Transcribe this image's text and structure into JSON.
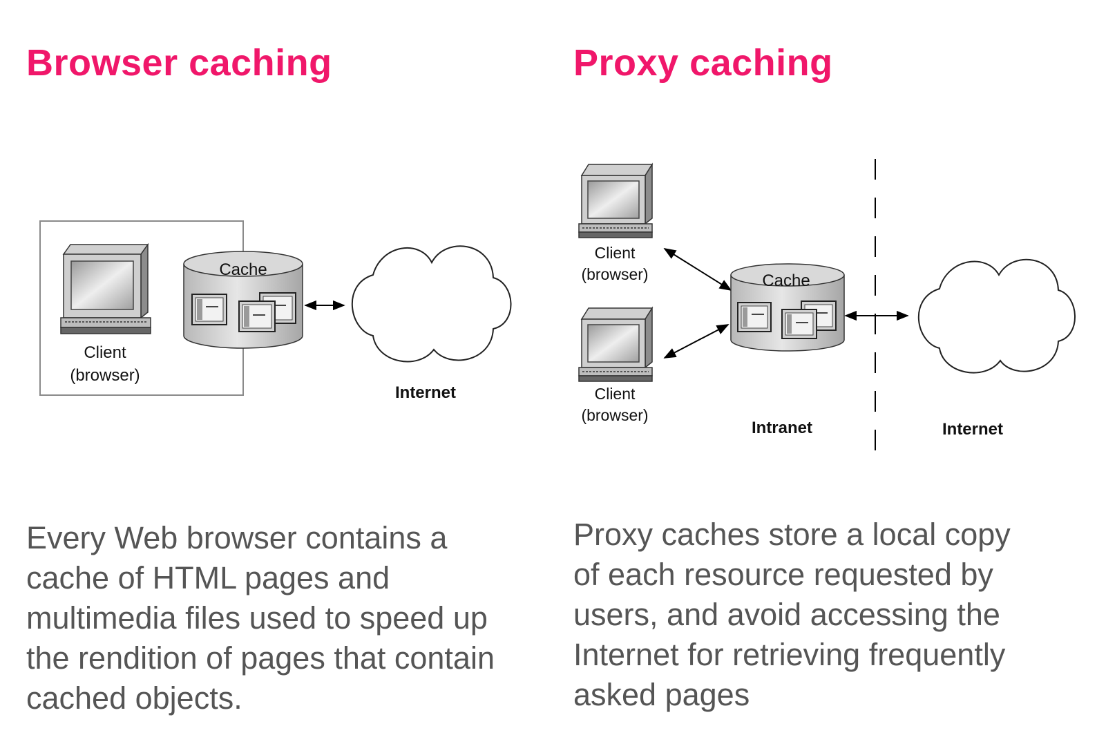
{
  "browser_caching": {
    "heading": "Browser caching",
    "diagram": {
      "client_label": "Client",
      "client_sublabel": "(browser)",
      "cache_label": "Cache",
      "internet_label": "Internet"
    },
    "description_lines": [
      "Every Web browser contains a",
      "cache of HTML pages and",
      "multimedia files used to speed up",
      "the rendition of pages that contain",
      "cached objects."
    ]
  },
  "proxy_caching": {
    "heading": "Proxy caching",
    "diagram": {
      "client_label": "Client",
      "client_sublabel": "(browser)",
      "cache_label": "Cache",
      "intranet_label": "Intranet",
      "internet_label": "Internet"
    },
    "description_lines": [
      "Proxy caches store a local copy",
      "of each resource requested by",
      "users, and avoid accessing the",
      "Internet for retrieving frequently",
      "asked pages"
    ]
  },
  "colors": {
    "heading": "#f0176a",
    "body_text": "#555555"
  }
}
